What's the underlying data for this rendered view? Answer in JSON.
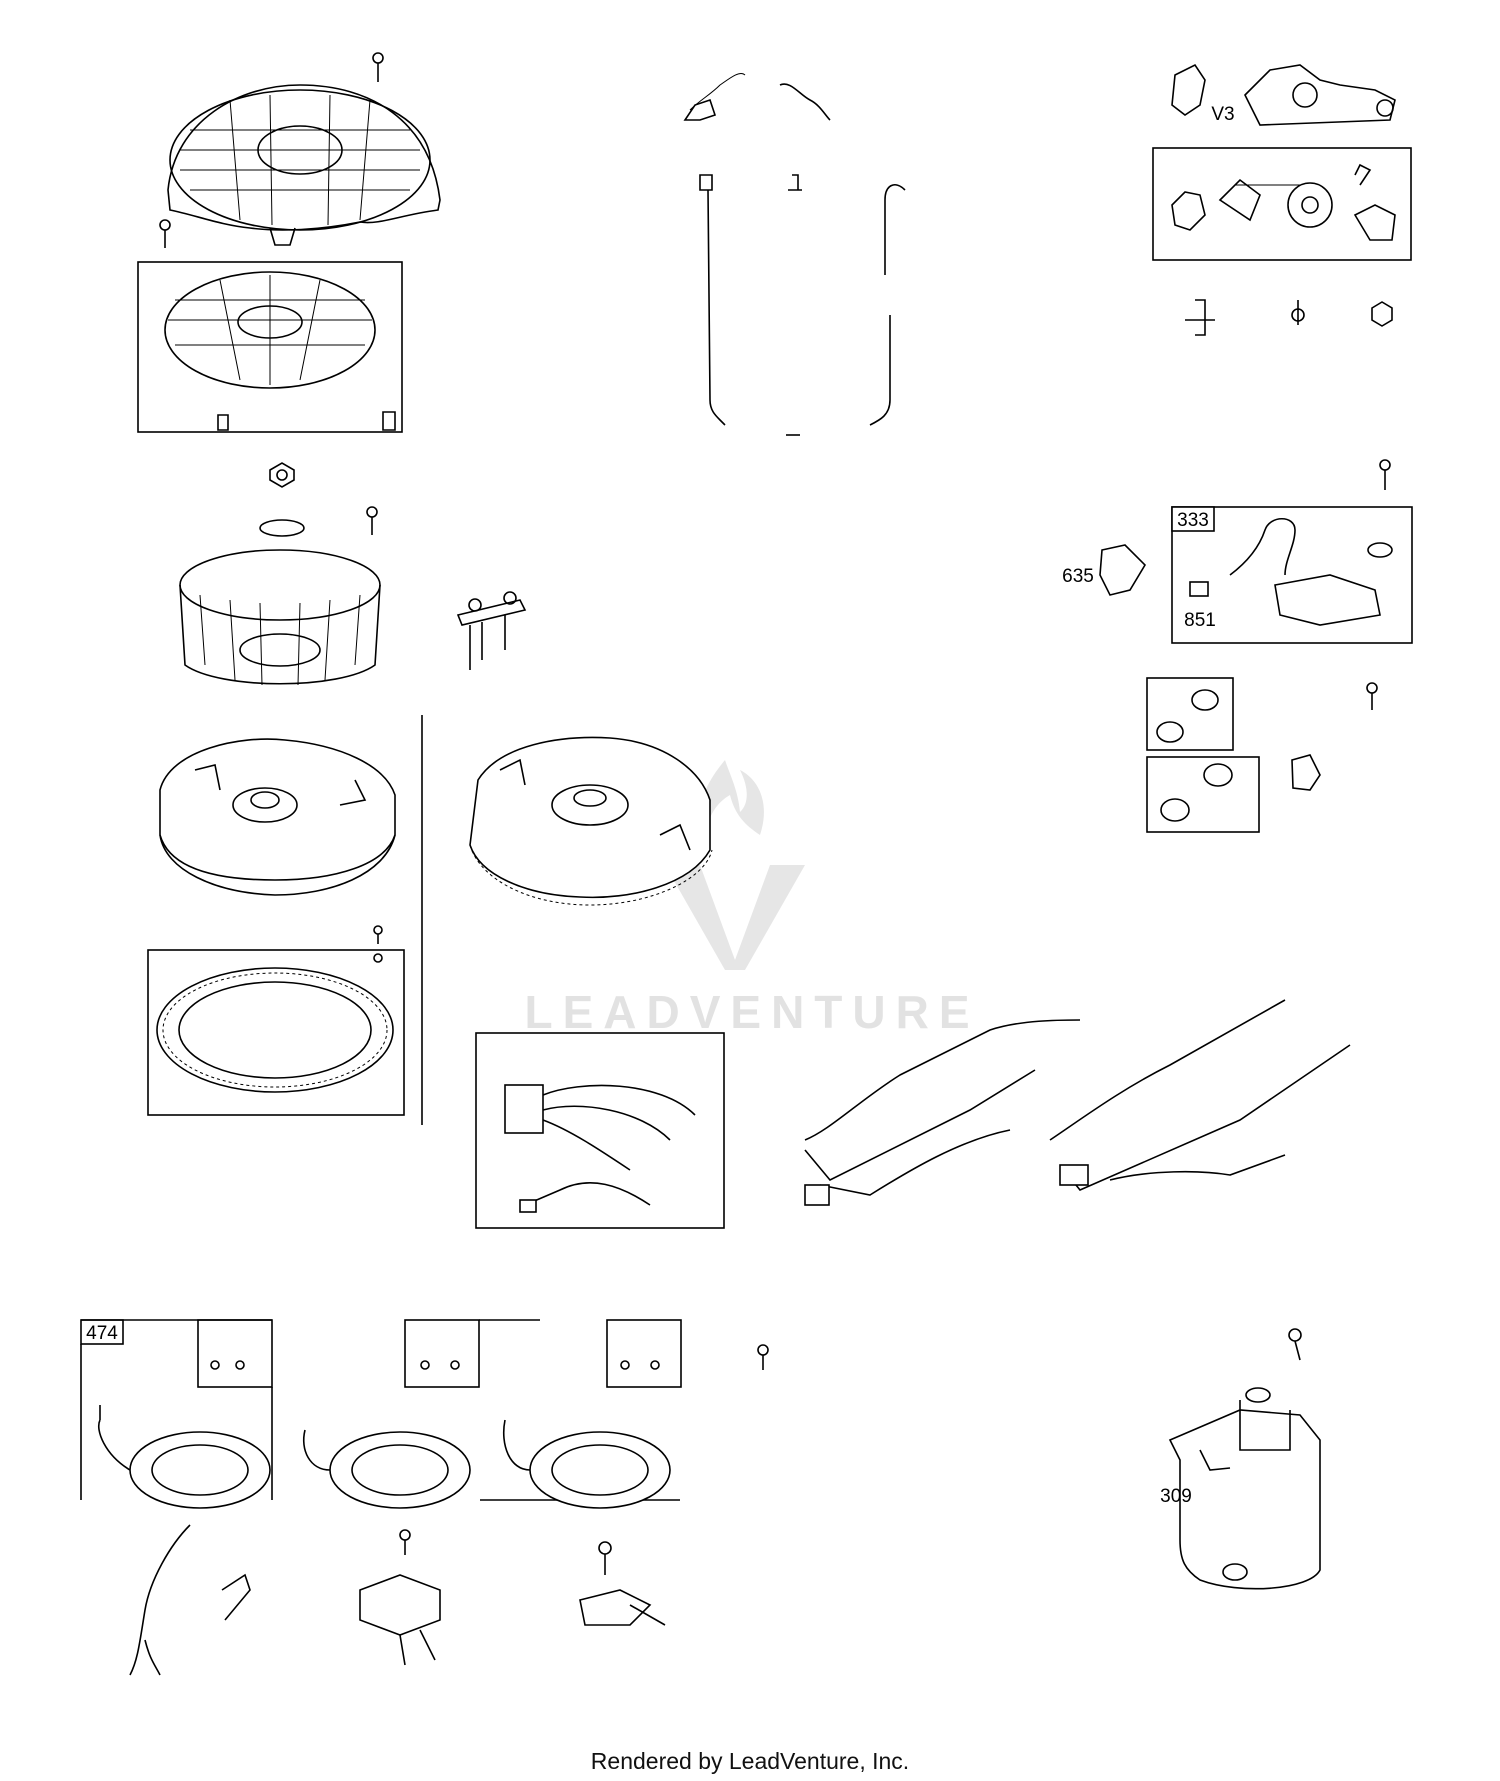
{
  "callouts": [
    {
      "id": "333",
      "boxed": true
    },
    {
      "id": "635",
      "boxed": false
    },
    {
      "id": "851",
      "boxed": false
    },
    {
      "id": "474",
      "boxed": true
    },
    {
      "id": "309",
      "boxed": false
    },
    {
      "id": "V3",
      "boxed": false
    }
  ],
  "watermark": {
    "text": "LEADVENTURE"
  },
  "footer": {
    "text": "Rendered by LeadVenture, Inc."
  }
}
